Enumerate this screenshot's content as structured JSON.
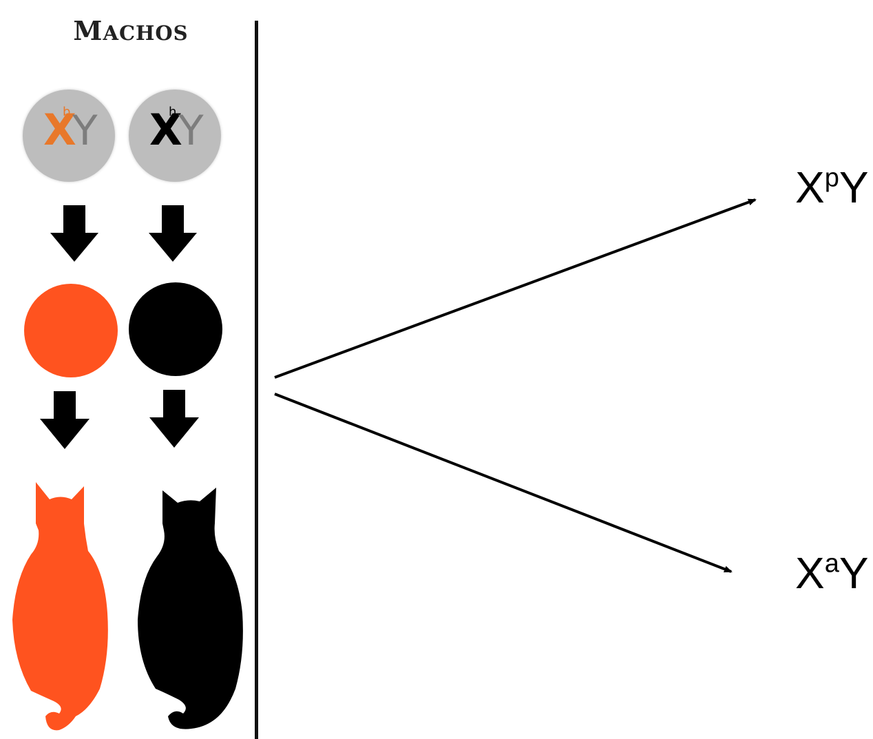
{
  "title": {
    "initial": "M",
    "rest": "ACHOS"
  },
  "genotypes": [
    {
      "x": "X",
      "allele": "b",
      "y": "Y",
      "x_color": "#e8782a",
      "allele_color": "#e8782a"
    },
    {
      "x": "X",
      "allele": "h",
      "y": "Y",
      "x_color": "#000000",
      "allele_color": "#000000"
    }
  ],
  "phenotype_colors": [
    "#ff531f",
    "#000000"
  ],
  "outcomes": [
    {
      "base": "X",
      "sup": "p",
      "tail": "Y"
    },
    {
      "base": "X",
      "sup": "a",
      "tail": "Y"
    }
  ],
  "colors": {
    "orange": "#ff531f",
    "black": "#000000",
    "genotype_circle": "#bdbdbd"
  }
}
